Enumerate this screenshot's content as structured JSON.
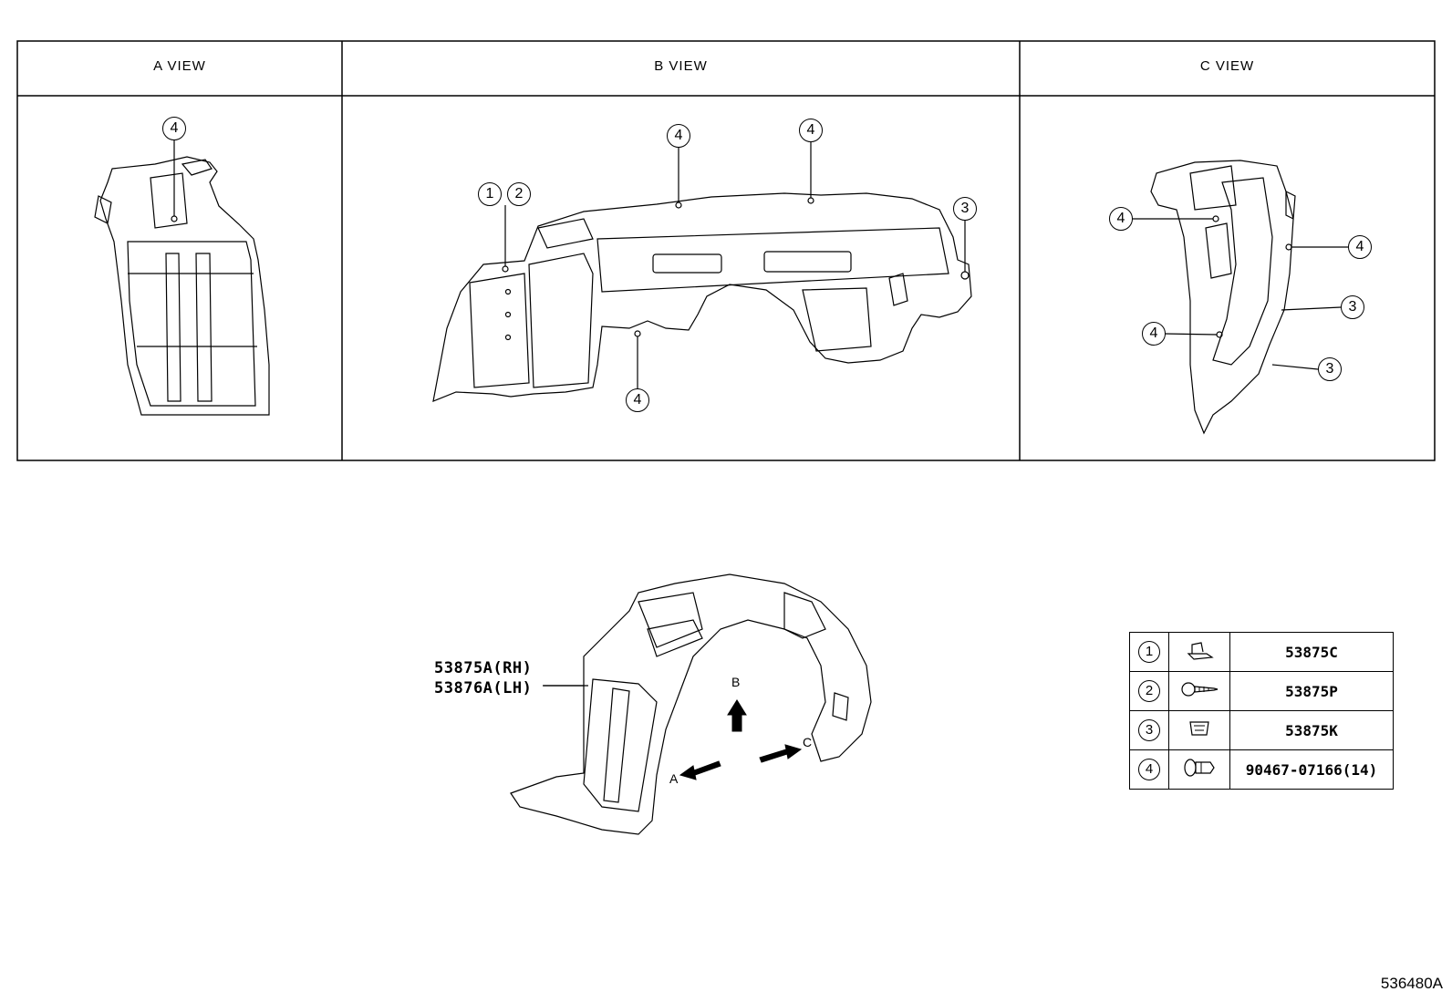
{
  "views": [
    {
      "title": "A VIEW"
    },
    {
      "title": "B VIEW"
    },
    {
      "title": "C VIEW"
    }
  ],
  "callouts": {
    "c1": "1",
    "c2": "2",
    "c3": "3",
    "c4": "4"
  },
  "main_part": {
    "rh": "53875A(RH)",
    "lh": "53876A(LH)"
  },
  "direction_labels": {
    "a": "A",
    "b": "B",
    "c": "C"
  },
  "legend": [
    {
      "num": "1",
      "part": "53875C",
      "icon": "clip-nut-icon"
    },
    {
      "num": "2",
      "part": "53875P",
      "icon": "screw-icon"
    },
    {
      "num": "3",
      "part": "53875K",
      "icon": "grommet-icon"
    },
    {
      "num": "4",
      "part": "90467-07166(14)",
      "icon": "push-clip-icon"
    }
  ],
  "doc_id": "536480A"
}
